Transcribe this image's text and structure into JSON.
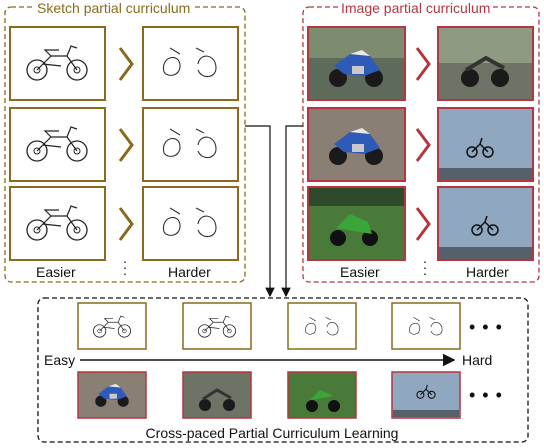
{
  "sketch_panel": {
    "title": "Sketch partial curriculum",
    "easier_label": "Easier",
    "harder_label": "Harder",
    "color": "#8a6b1c",
    "rows": 3
  },
  "image_panel": {
    "title": "Image partial curriculum",
    "easier_label": "Easier",
    "harder_label": "Harder",
    "color": "#b5363f",
    "rows": 3
  },
  "bottom_panel": {
    "title": "Cross-paced Partial Curriculum Learning",
    "easy_label": "Easy",
    "hard_label": "Hard",
    "ellipsis": "• • •"
  },
  "colors": {
    "sketch_border": "#8a6b1c",
    "image_border": "#b5363f",
    "photo_sky": "#8fa7bf",
    "photo_grass": "#4a7a3a",
    "bike_blue": "#2f5bb8",
    "arrow": "#111111"
  }
}
